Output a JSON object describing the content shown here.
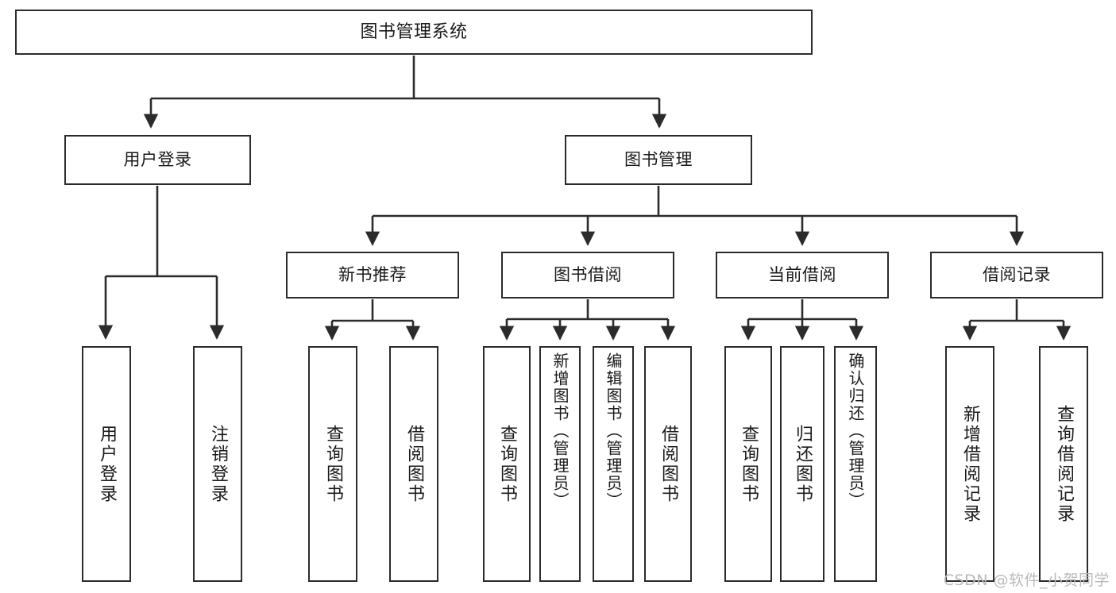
{
  "diagram": {
    "type": "tree-hierarchy",
    "title": "图书管理系统",
    "watermark": "CSDN @软件_小贺同学",
    "colors": {
      "background": "#ffffff",
      "box_border": "#2b2b2b",
      "box_fill": "#ffffff",
      "connector": "#2b2b2b",
      "text": "#1a1a1a",
      "watermark": "#b9b9b9"
    },
    "root": {
      "label": "图书管理系统"
    },
    "level2": [
      {
        "id": "user-login",
        "label": "用户登录"
      },
      {
        "id": "book-manage",
        "label": "图书管理"
      }
    ],
    "level3": [
      {
        "id": "new-book-recommend",
        "label": "新书推荐"
      },
      {
        "id": "book-borrow",
        "label": "图书借阅"
      },
      {
        "id": "current-borrow",
        "label": "当前借阅"
      },
      {
        "id": "borrow-record",
        "label": "借阅记录"
      }
    ],
    "leaves": {
      "user_login": [
        {
          "id": "leaf-user-login",
          "label": "用户登录"
        },
        {
          "id": "leaf-logout-login",
          "label": "注销登录"
        }
      ],
      "new_book_recommend": [
        {
          "id": "leaf-query-book-1",
          "label": "查询图书"
        },
        {
          "id": "leaf-borrow-book-1",
          "label": "借阅图书"
        }
      ],
      "book_borrow": [
        {
          "id": "leaf-query-book-2",
          "label": "查询图书"
        },
        {
          "id": "leaf-add-book-admin",
          "label": "新增图书（管理员）"
        },
        {
          "id": "leaf-edit-book-admin",
          "label": "编辑图书（管理员）"
        },
        {
          "id": "leaf-borrow-book-2",
          "label": "借阅图书"
        }
      ],
      "current_borrow": [
        {
          "id": "leaf-query-book-3",
          "label": "查询图书"
        },
        {
          "id": "leaf-return-book",
          "label": "归还图书"
        },
        {
          "id": "leaf-confirm-return-admin",
          "label": "确认归还（管理员）"
        }
      ],
      "borrow_record": [
        {
          "id": "leaf-add-borrow-record",
          "label": "新增借阅记录"
        },
        {
          "id": "leaf-query-borrow-record",
          "label": "查询借阅记录"
        }
      ]
    }
  }
}
